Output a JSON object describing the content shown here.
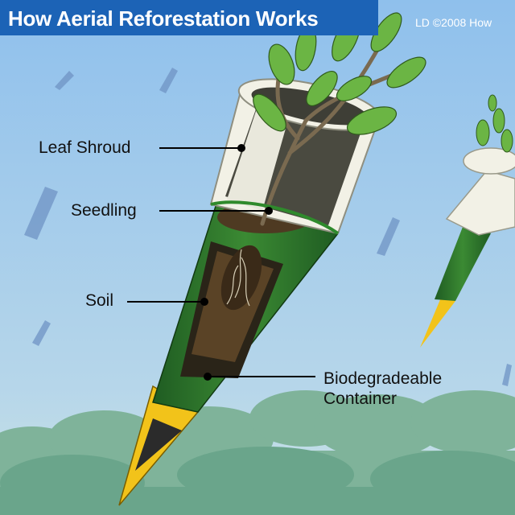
{
  "title": "How Aerial Reforestation Works",
  "credit": "LD ©2008 How",
  "labels": {
    "leaf_shroud": "Leaf Shroud",
    "seedling": "Seedling",
    "soil": "Soil",
    "container_line1": "Biodegradeable",
    "container_line2": "Container"
  },
  "colors": {
    "sky_top": "#8fc0ec",
    "sky_bottom": "#c4dfe6",
    "title_bar": "#1c63b6",
    "container_green": "#2f7a2c",
    "tip_yellow": "#f2c31a",
    "shroud_white": "#f2f1e6",
    "soil_brown": "#5a4326",
    "leaf_green": "#6bb544"
  },
  "icons": [
    "falling-pod-icon"
  ]
}
